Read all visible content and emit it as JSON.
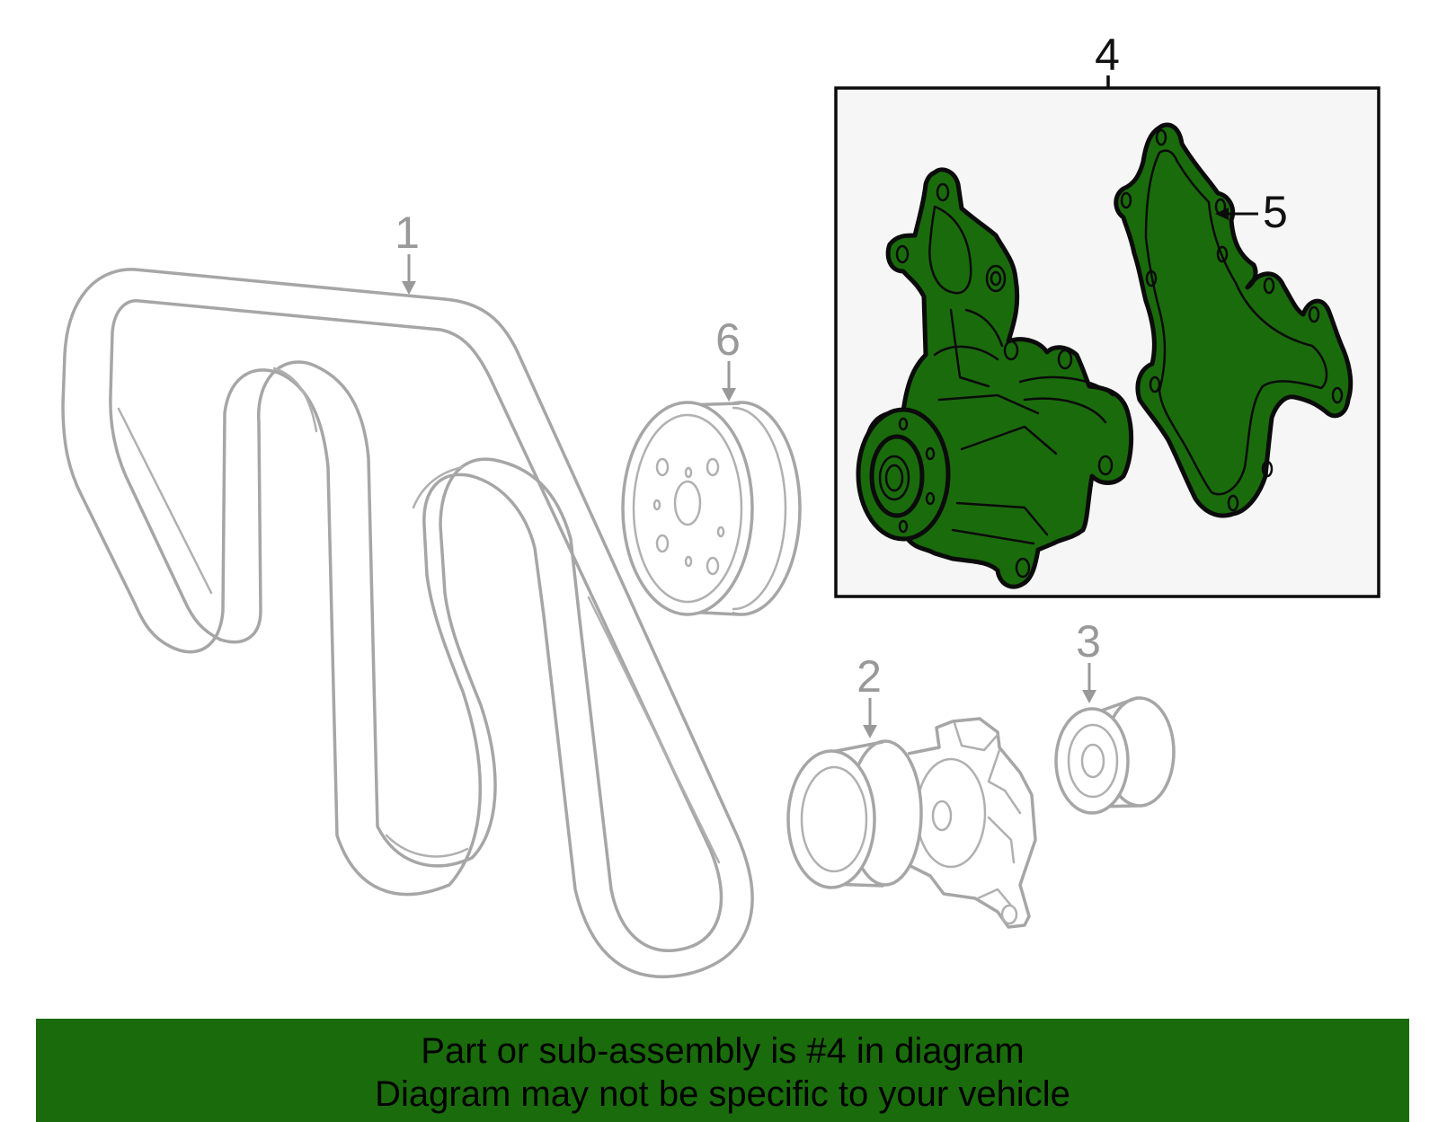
{
  "colors": {
    "highlight_fill": "#1a6b0c",
    "highlight_stroke": "#0b0b0b",
    "ghost_stroke": "#a6a6a6",
    "callout_box_fill": "#f6f6f6",
    "banner_background": "#1a6b0c",
    "banner_text": "#000000"
  },
  "callouts": {
    "serpentine_belt": "1",
    "tensioner": "2",
    "idler_pulley": "3",
    "water_pump_assembly": "4",
    "water_pump_gasket": "5",
    "water_pump_pulley": "6"
  },
  "highlighted_part": "4",
  "footer": {
    "line1": "Part or sub-assembly is #4 in diagram",
    "line2": "Diagram may not be specific to your vehicle"
  }
}
